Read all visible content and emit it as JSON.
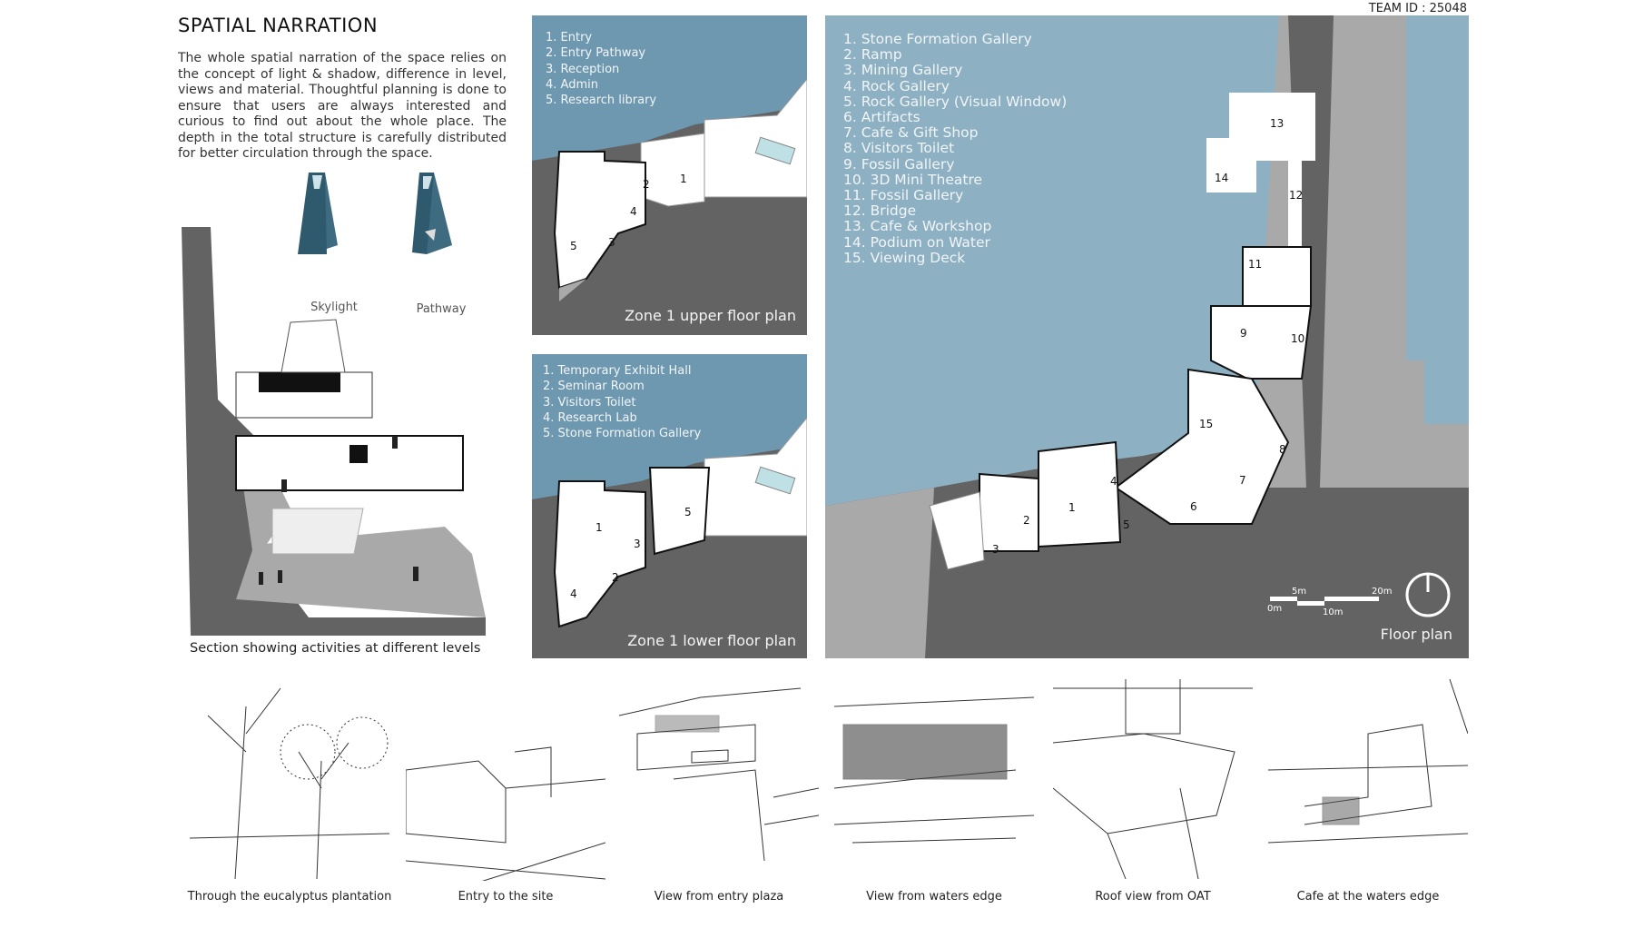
{
  "header": {
    "title": "SPATIAL NARRATION",
    "team_id": "TEAM ID : 25048"
  },
  "intro": "The whole spatial narration of the space relies on the concept of light & shadow, difference in level, views and material. Thoughtful planning is done to ensure that users are always interested and curious to find out about the whole place. The depth in the total structure is carefully distributed for better circulation through the space.",
  "section": {
    "icons": [
      {
        "label": "Skylight"
      },
      {
        "label": "Pathway"
      }
    ],
    "caption": "Section showing activities at different levels"
  },
  "zone_upper": {
    "caption": "Zone 1 upper floor plan",
    "legend": [
      "1. Entry",
      "2. Entry Pathway",
      "3. Reception",
      "4. Admin",
      "5. Research library"
    ],
    "rooms": [
      "1",
      "2",
      "3",
      "4",
      "5"
    ]
  },
  "zone_lower": {
    "caption": "Zone 1 lower floor plan",
    "legend": [
      "1. Temporary Exhibit Hall",
      "2. Seminar Room",
      "3. Visitors Toilet",
      "4. Research Lab",
      "5. Stone Formation Gallery"
    ],
    "rooms": [
      "1",
      "2",
      "3",
      "4",
      "5"
    ]
  },
  "floor_plan": {
    "caption": "Floor plan",
    "legend": [
      "1. Stone Formation Gallery",
      "2. Ramp",
      "3. Mining Gallery",
      "4. Rock Gallery",
      "5. Rock Gallery (Visual Window)",
      "6. Artifacts",
      "7. Cafe & Gift Shop",
      "8. Visitors Toilet",
      "9. Fossil Gallery",
      "10. 3D Mini Theatre",
      "11. Fossil Gallery",
      "12. Bridge",
      "13. Cafe & Workshop",
      "14. Podium on Water",
      "15. Viewing Deck"
    ],
    "rooms": [
      "1",
      "2",
      "3",
      "4",
      "5",
      "6",
      "7",
      "8",
      "9",
      "10",
      "11",
      "12",
      "13",
      "14",
      "15"
    ],
    "scale": {
      "labels": [
        "0m",
        "5m",
        "10m",
        "20m"
      ]
    },
    "north_icon": "north-arrow-icon"
  },
  "views": [
    {
      "caption": "Through the eucalyptus plantation"
    },
    {
      "caption": "Entry to the site"
    },
    {
      "caption": "View from entry plaza"
    },
    {
      "caption": "View from waters edge"
    },
    {
      "caption": "Roof view from OAT"
    },
    {
      "caption": "Cafe at the waters edge"
    }
  ],
  "colors": {
    "water_dark": "#6d98b0",
    "water_light": "#8db0c3",
    "ground": "#636363",
    "land": "#a9a9a9"
  }
}
